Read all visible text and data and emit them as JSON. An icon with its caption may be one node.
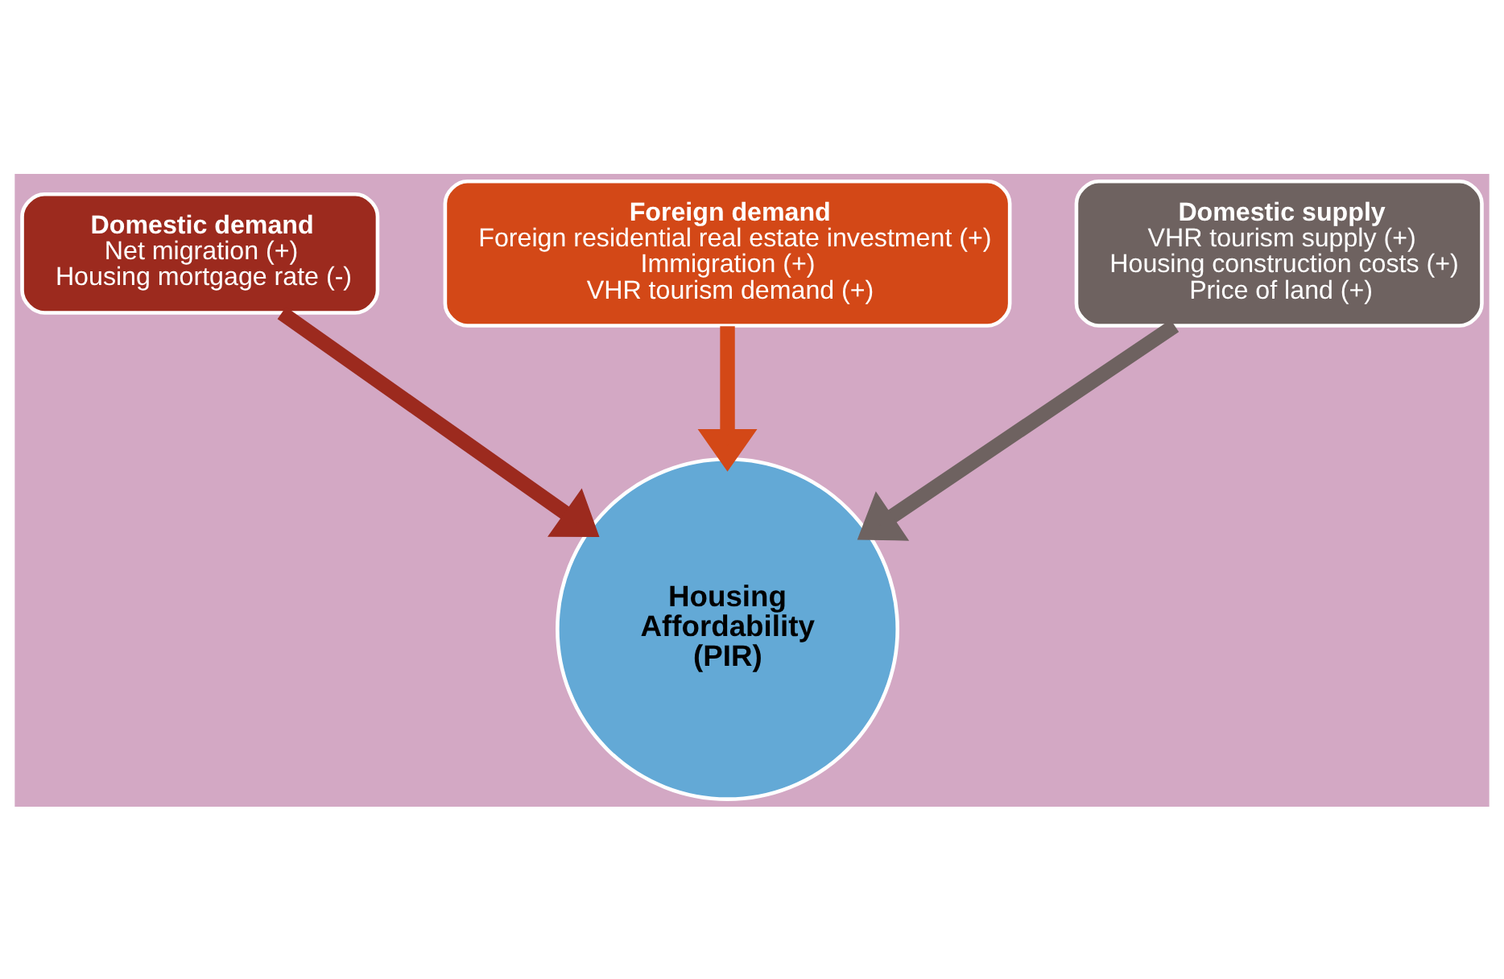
{
  "diagram": {
    "nodes": [
      {
        "text": [
          "Foreign demand",
          "Foreign residential real estate investment (+)",
          "Immigration (+)",
          "VHR tourism demand (+)"
        ]
      },
      {
        "text": [
          "Domestic demand",
          "Net migration (+)",
          "Housing mortgage rate (-)"
        ]
      },
      {
        "text": [
          "Domestic supply",
          "VHR tourism supply (+)",
          "Housing construction costs (+)",
          "Price of land (+)"
        ]
      },
      {
        "text": [
          "Housing Affordability (PIR)"
        ]
      }
    ],
    "edges": [
      {
        "from": 0,
        "to": 3,
        "arrow": "to",
        "color": "#d34817"
      },
      {
        "from": 1,
        "to": 3,
        "arrow": "to",
        "color": "#9c2a1e"
      },
      {
        "from": 2,
        "to": 3,
        "arrow": "to",
        "color": "#6e6260"
      }
    ]
  }
}
